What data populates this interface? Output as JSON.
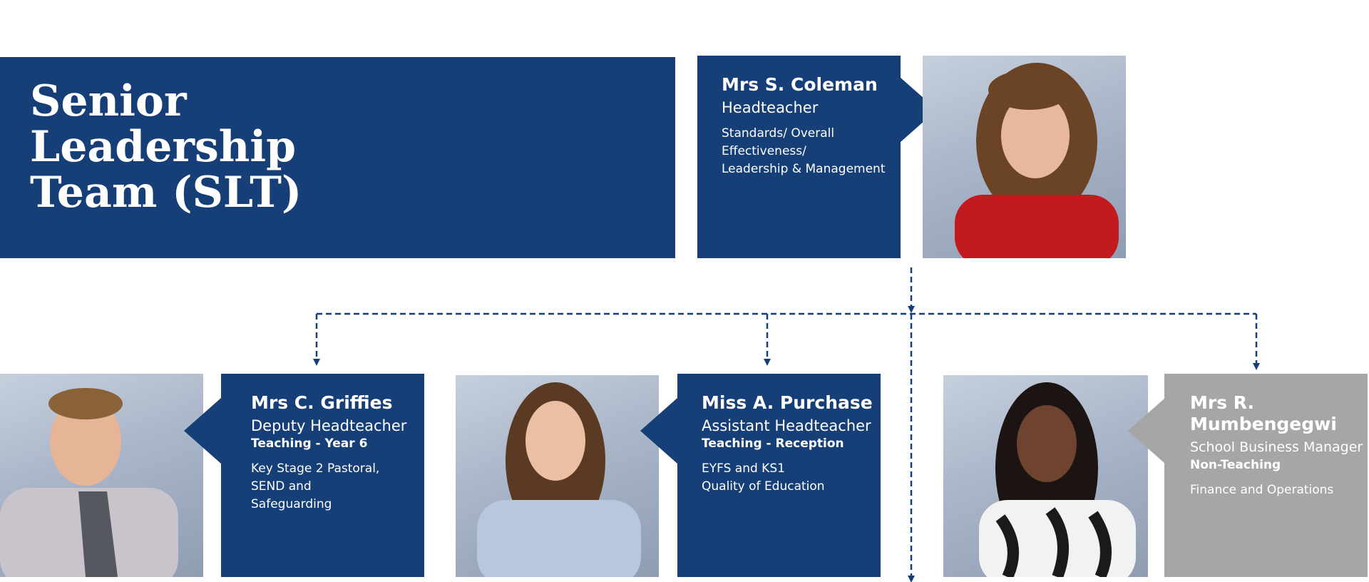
{
  "banner": {
    "title_lines": [
      "Senior",
      "Leadership",
      "Team (SLT)"
    ]
  },
  "headteacher": {
    "name": "Mrs S. Coleman",
    "role": "Headteacher",
    "duties": [
      "Standards/ Overall",
      "Effectiveness/",
      "Leadership & Management"
    ]
  },
  "staff": [
    {
      "name": "Mrs C. Griffies",
      "role": "Deputy Headteacher",
      "type": "Teaching - Year 6",
      "duties": [
        "Key Stage 2 Pastoral,",
        "SEND and",
        "Safeguarding"
      ]
    },
    {
      "name": "Miss A. Purchase",
      "role": "Assistant Headteacher",
      "type": "Teaching - Reception",
      "duties": [
        "EYFS and KS1",
        "Quality of Education"
      ]
    },
    {
      "name_lines": [
        "Mrs R.",
        "Mumbengegwi"
      ],
      "role": "School Business Manager",
      "type": "Non-Teaching",
      "duties": [
        "Finance and Operations"
      ]
    }
  ],
  "colors": {
    "primary": "#163f78",
    "secondary": "#a6a6a6",
    "text": "#ffffff"
  }
}
